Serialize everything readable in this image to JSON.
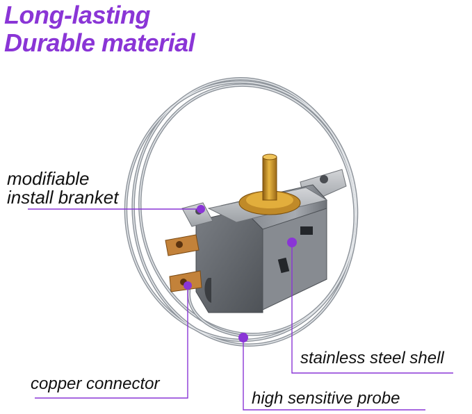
{
  "headline": {
    "line1": "Long-lasting",
    "line2": "Durable material"
  },
  "callouts": [
    {
      "id": "bracket",
      "lines": [
        "modifiable",
        "install branket"
      ]
    },
    {
      "id": "copper",
      "text": "copper connector"
    },
    {
      "id": "shell",
      "text": "stainless steel shell"
    },
    {
      "id": "probe",
      "text": "high sensitive probe"
    }
  ],
  "colors": {
    "headline": "#8a35d6",
    "callout_line": "#8a35d6",
    "callout_dot": "#8a35d6",
    "text": "#111111"
  }
}
